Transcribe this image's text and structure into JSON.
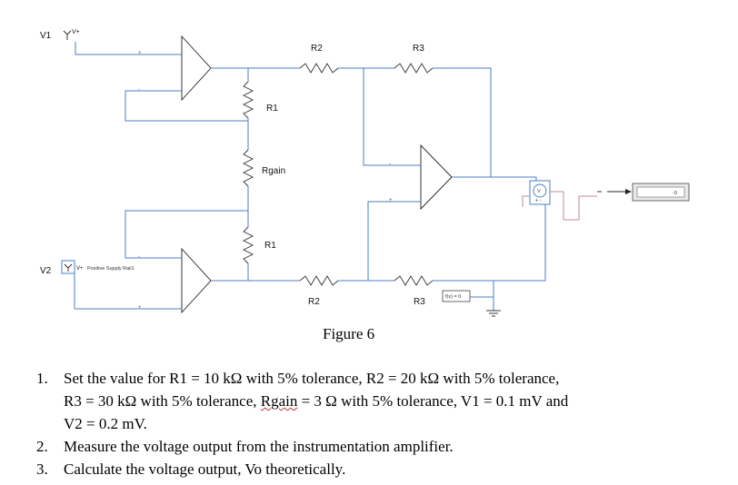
{
  "diagram": {
    "labels": {
      "v1": "V1",
      "v2": "V2",
      "v_plus_1": "V+",
      "v_plus_2": "V+",
      "positive_supply": "Positive Supply Rail1",
      "r1_top": "R1",
      "r1_bottom": "R1",
      "rgain": "Rgain",
      "r2_top": "R2",
      "r3_top": "R3",
      "r2_bottom": "R2",
      "r3_bottom": "R3",
      "fx": "f(x) = 0",
      "voltmeter": "V"
    },
    "figure_caption": "Figure 6"
  },
  "instructions": {
    "items": [
      {
        "number": "1.",
        "line1": "Set the value for R1 = 10 kΩ with 5% tolerance, R2 = 20 kΩ with 5% tolerance,",
        "line2_before": "R3 = 30 kΩ with 5% tolerance, ",
        "line2_squiggle": "Rgain",
        "line2_after": " = 3 Ω with 5% tolerance, V1 = 0.1 mV and",
        "line3": "V2 = 0.2 mV."
      },
      {
        "number": "2.",
        "text": "Measure the voltage output from the instrumentation amplifier."
      },
      {
        "number": "3.",
        "text": "Calculate the voltage output, Vo theoretically."
      }
    ]
  }
}
